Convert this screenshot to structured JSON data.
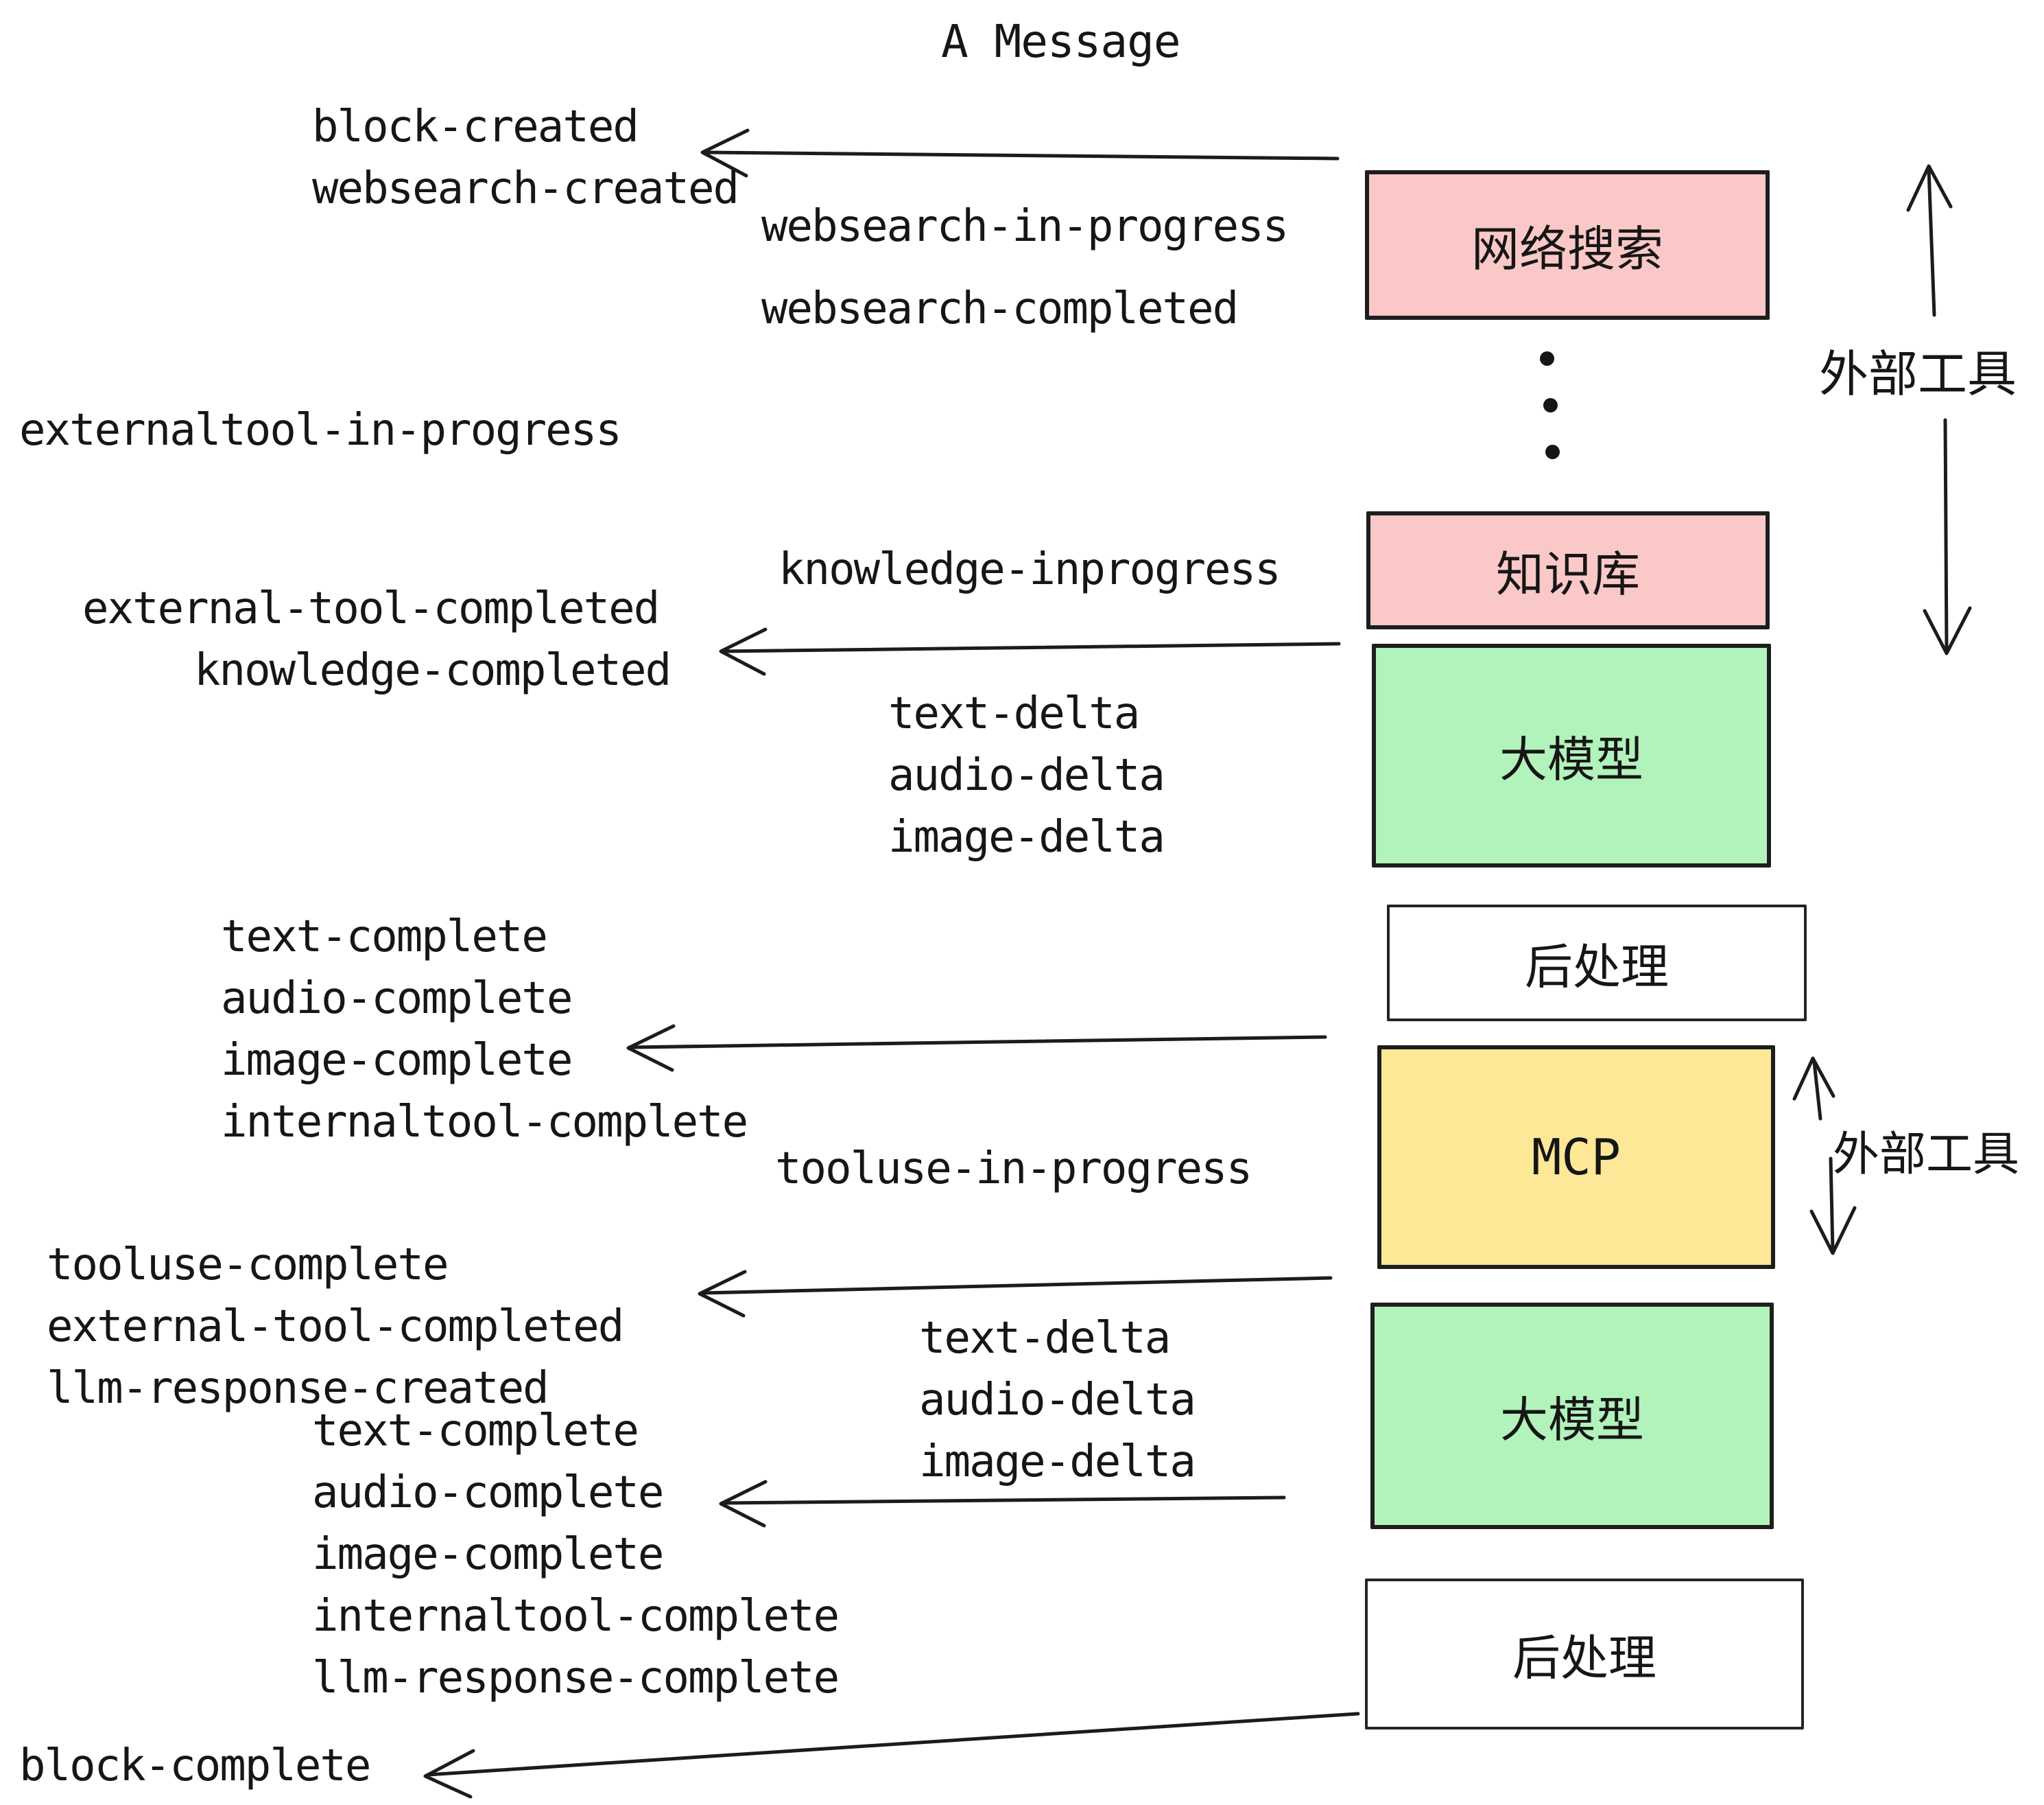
{
  "title": "A Message",
  "events": [
    {
      "text": "block-created"
    },
    {
      "text": "websearch-created"
    },
    {
      "text": "websearch-in-progress"
    },
    {
      "text": "websearch-completed"
    },
    {
      "text": "externaltool-in-progress"
    },
    {
      "text": "knowledge-inprogress"
    },
    {
      "text": "external-tool-completed"
    },
    {
      "text": "knowledge-completed"
    },
    {
      "text": "text-delta"
    },
    {
      "text": "audio-delta"
    },
    {
      "text": "image-delta"
    },
    {
      "text": "text-complete"
    },
    {
      "text": "audio-complete"
    },
    {
      "text": "image-complete"
    },
    {
      "text": "internaltool-complete"
    },
    {
      "text": "tooluse-in-progress"
    },
    {
      "text": "tooluse-complete"
    },
    {
      "text": "external-tool-completed"
    },
    {
      "text": "llm-response-created"
    },
    {
      "text": "text-delta"
    },
    {
      "text": "audio-delta"
    },
    {
      "text": "image-delta"
    },
    {
      "text": "text-complete"
    },
    {
      "text": "audio-complete"
    },
    {
      "text": "image-complete"
    },
    {
      "text": "internaltool-complete"
    },
    {
      "text": "llm-response-complete"
    },
    {
      "text": "block-complete"
    }
  ],
  "boxes": [
    {
      "id": "websearch",
      "label": "网络搜索",
      "color_key": "pink"
    },
    {
      "id": "knowledge",
      "label": "知识库",
      "color_key": "pink"
    },
    {
      "id": "llm-1",
      "label": "大模型",
      "color_key": "green"
    },
    {
      "id": "post-1",
      "label": "后处理",
      "color_key": "white"
    },
    {
      "id": "mcp",
      "label": "MCP",
      "color_key": "yellow"
    },
    {
      "id": "llm-2",
      "label": "大模型",
      "color_key": "green"
    },
    {
      "id": "post-2",
      "label": "后处理",
      "color_key": "white"
    }
  ],
  "side_labels": [
    {
      "text": "外部工具"
    },
    {
      "text": "外部工具"
    }
  ],
  "colors": {
    "pink": "#fbc8c8",
    "green": "#b2f2bb",
    "yellow": "#fce897",
    "white": "#ffffff",
    "ink": "#1c1c1c"
  }
}
